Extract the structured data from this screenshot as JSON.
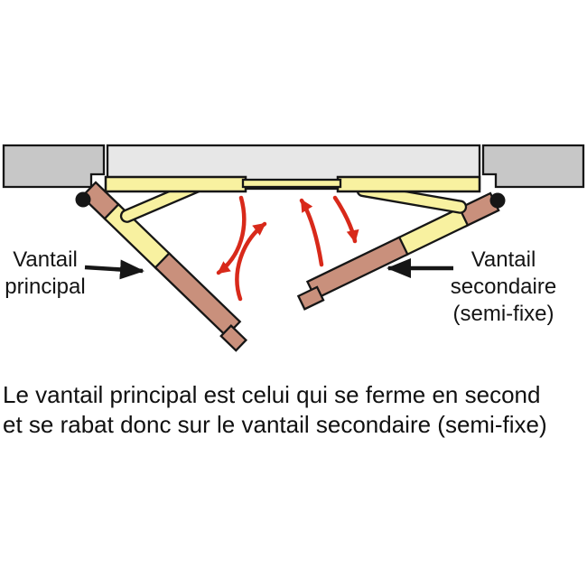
{
  "colors": {
    "background": "#ffffff",
    "wall_dark": "#c7c7c7",
    "wall_light": "#e7e7e7",
    "frame_yellow": "#f8f1a0",
    "door_salmon": "#c9907c",
    "outline": "#161616",
    "arrow_red": "#d8291a",
    "text": "#141414"
  },
  "diagram": {
    "left_door_label": {
      "line1": "Vantail",
      "line2": "principal"
    },
    "right_door_label": {
      "line1": "Vantail",
      "line2": "secondaire",
      "line3": "(semi-fixe)"
    }
  },
  "caption": {
    "line1": "Le vantail principal est celui qui se ferme en second",
    "line2": "et se rabat donc sur le vantail secondaire (semi-fixe)"
  }
}
